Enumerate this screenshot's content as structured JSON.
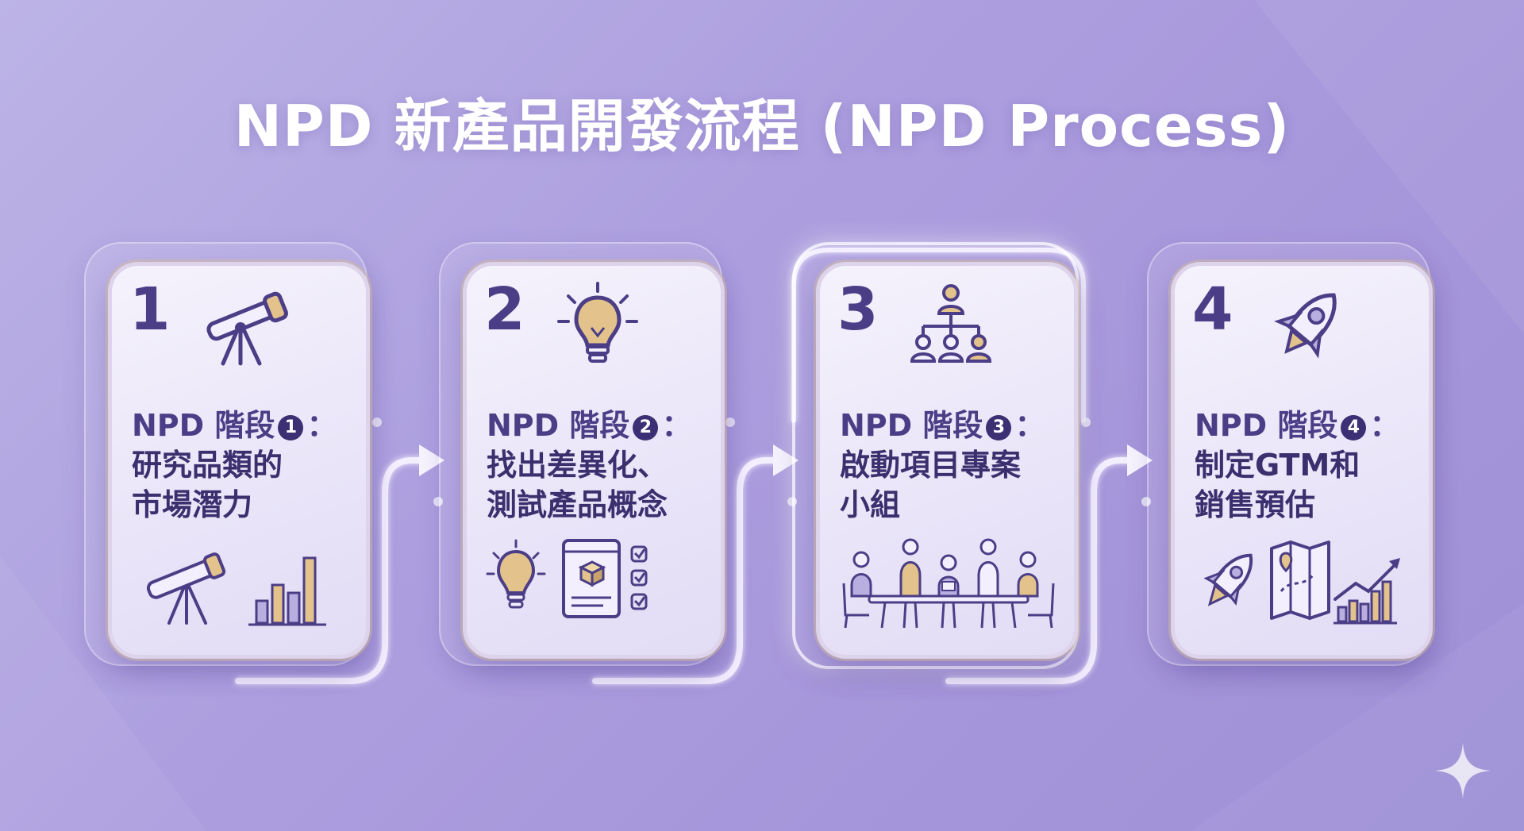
{
  "title": "NPD 新產品開發流程 (NPD Process)",
  "colors": {
    "accent": "#4b3e86",
    "badge": "#3d2f73",
    "gold": "#e3c38b",
    "background": "#ad9fdf"
  },
  "stages": [
    {
      "number": "1",
      "heading": "NPD 階段",
      "badge": "1",
      "colon": "：",
      "desc_lines": [
        "研究品類的",
        "市場潛力"
      ],
      "top_icon": "telescope-icon",
      "bottom_illustration": "telescope-bar-chart-illustration"
    },
    {
      "number": "2",
      "heading": "NPD 階段",
      "badge": "2",
      "colon": "：",
      "desc_lines": [
        "找出差異化、",
        "測試產品概念"
      ],
      "top_icon": "lightbulb-icon",
      "bottom_illustration": "lightbulb-product-checklist-illustration"
    },
    {
      "number": "3",
      "heading": "NPD 階段",
      "badge": "3",
      "colon": "：",
      "desc_lines": [
        "啟動項目專案",
        "小組"
      ],
      "top_icon": "org-chart-icon",
      "bottom_illustration": "team-meeting-illustration"
    },
    {
      "number": "4",
      "heading": "NPD 階段",
      "badge": "4",
      "colon": "：",
      "desc_lines": [
        "制定GTM和",
        "銷售預估"
      ],
      "top_icon": "rocket-icon",
      "bottom_illustration": "rocket-map-growth-chart-illustration"
    }
  ]
}
